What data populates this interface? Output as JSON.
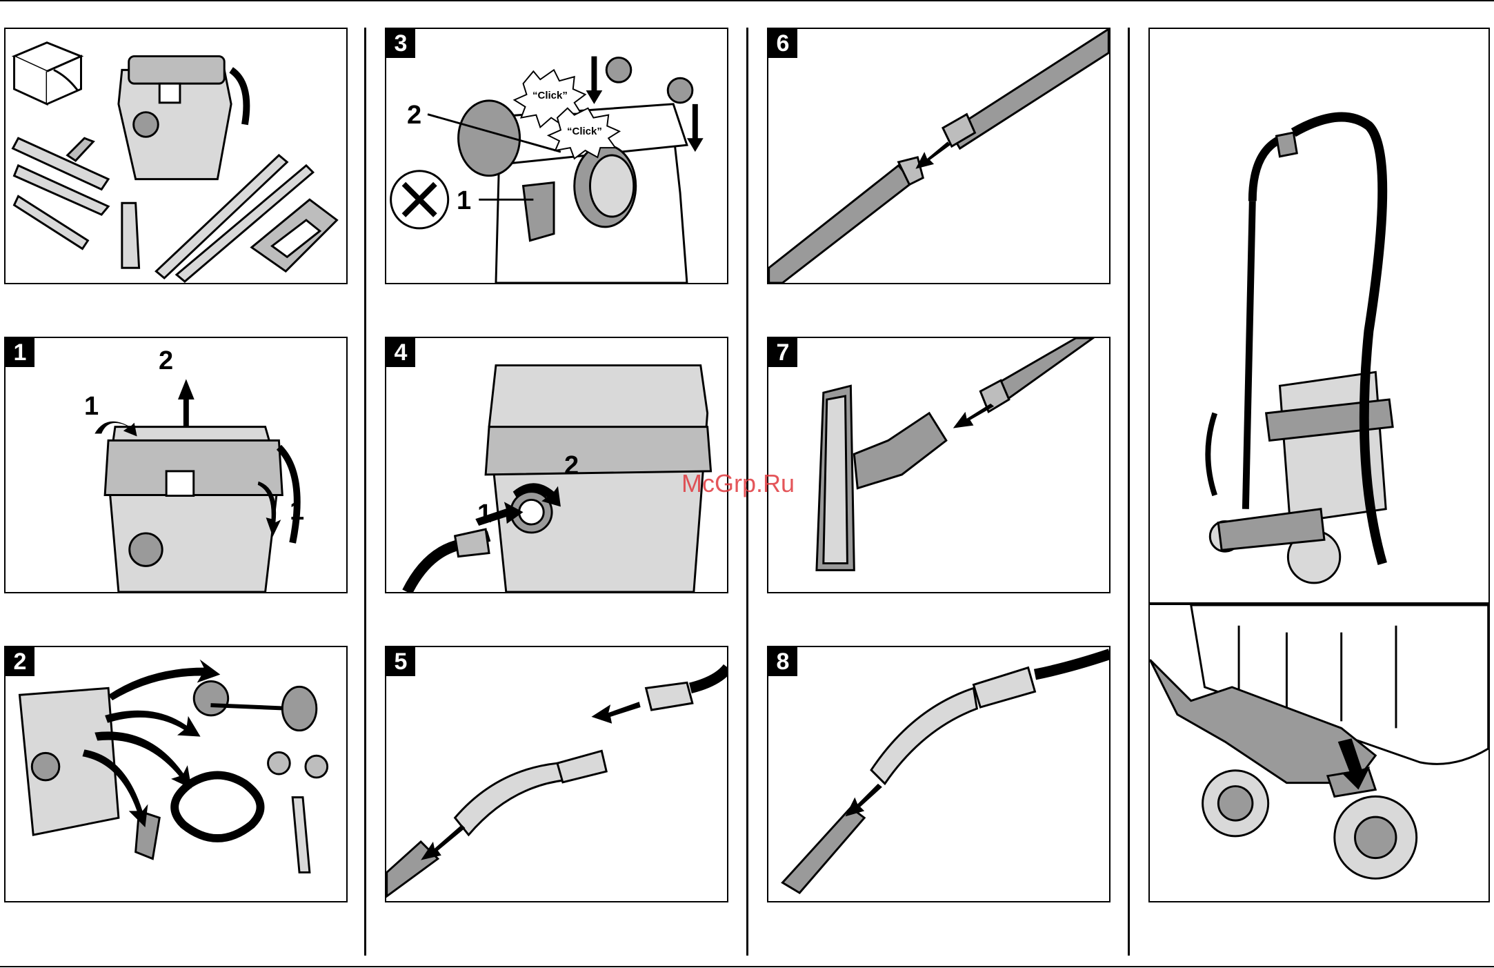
{
  "steps": {
    "s1": "1",
    "s2": "2",
    "s3": "3",
    "s4": "4",
    "s5": "5",
    "s6": "6",
    "s7": "7",
    "s8": "8"
  },
  "callouts": {
    "one": "1",
    "two": "2"
  },
  "click_label": "“Click”",
  "watermark": "McGrp.Ru",
  "colors": {
    "line": "#000000",
    "fill_gray": "#9a9a9a",
    "fill_light": "#d9d9d9",
    "watermark": "#e0393e"
  }
}
